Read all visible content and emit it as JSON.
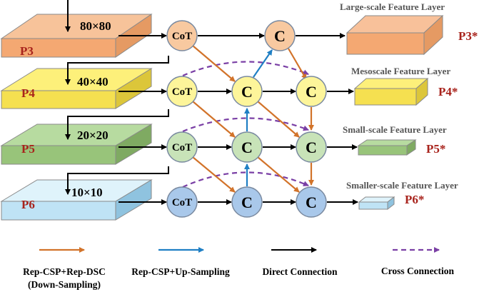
{
  "levels": [
    {
      "label": "P3",
      "size": "80×80",
      "top": "#f7c39a",
      "side": "#e59a63",
      "front": "#f4a872"
    },
    {
      "label": "P4",
      "size": "40×40",
      "top": "#fdf07a",
      "side": "#dcc63a",
      "front": "#f5e050"
    },
    {
      "label": "P5",
      "size": "20×20",
      "top": "#b7dba0",
      "side": "#7faa62",
      "front": "#98c47a"
    },
    {
      "label": "P6",
      "size": "10×10",
      "top": "#dff3fb",
      "side": "#8fc3df",
      "front": "#bfe3f5"
    }
  ],
  "nodes": {
    "cot_label": "CoT",
    "c_label": "C",
    "colors": {
      "orange": "#f8c9a0",
      "yellow": "#fdf59a",
      "green": "#c8e3b8",
      "blue": "#a9c8ea"
    }
  },
  "outputs": [
    {
      "title": "Large-scale Feature Layer",
      "label": "P3*"
    },
    {
      "title": "Mesoscale  Feature Layer",
      "label": "P4*"
    },
    {
      "title": "Small-scale Feature Layer",
      "label": "P5*"
    },
    {
      "title": "Smaller-scale Feature Layer",
      "label": "P6*"
    }
  ],
  "legend": {
    "down": {
      "line1": "Rep-CSP+Rep-DSC",
      "line2": "(Down-Sampling)",
      "color": "#d2732a"
    },
    "up": {
      "line1": "Rep-CSP+Up-Sampling",
      "color": "#1f7fc4"
    },
    "direct": {
      "line1": "Direct Connection",
      "color": "#000000"
    },
    "cross": {
      "line1": "Cross Connection",
      "color": "#7a3fa5"
    }
  }
}
